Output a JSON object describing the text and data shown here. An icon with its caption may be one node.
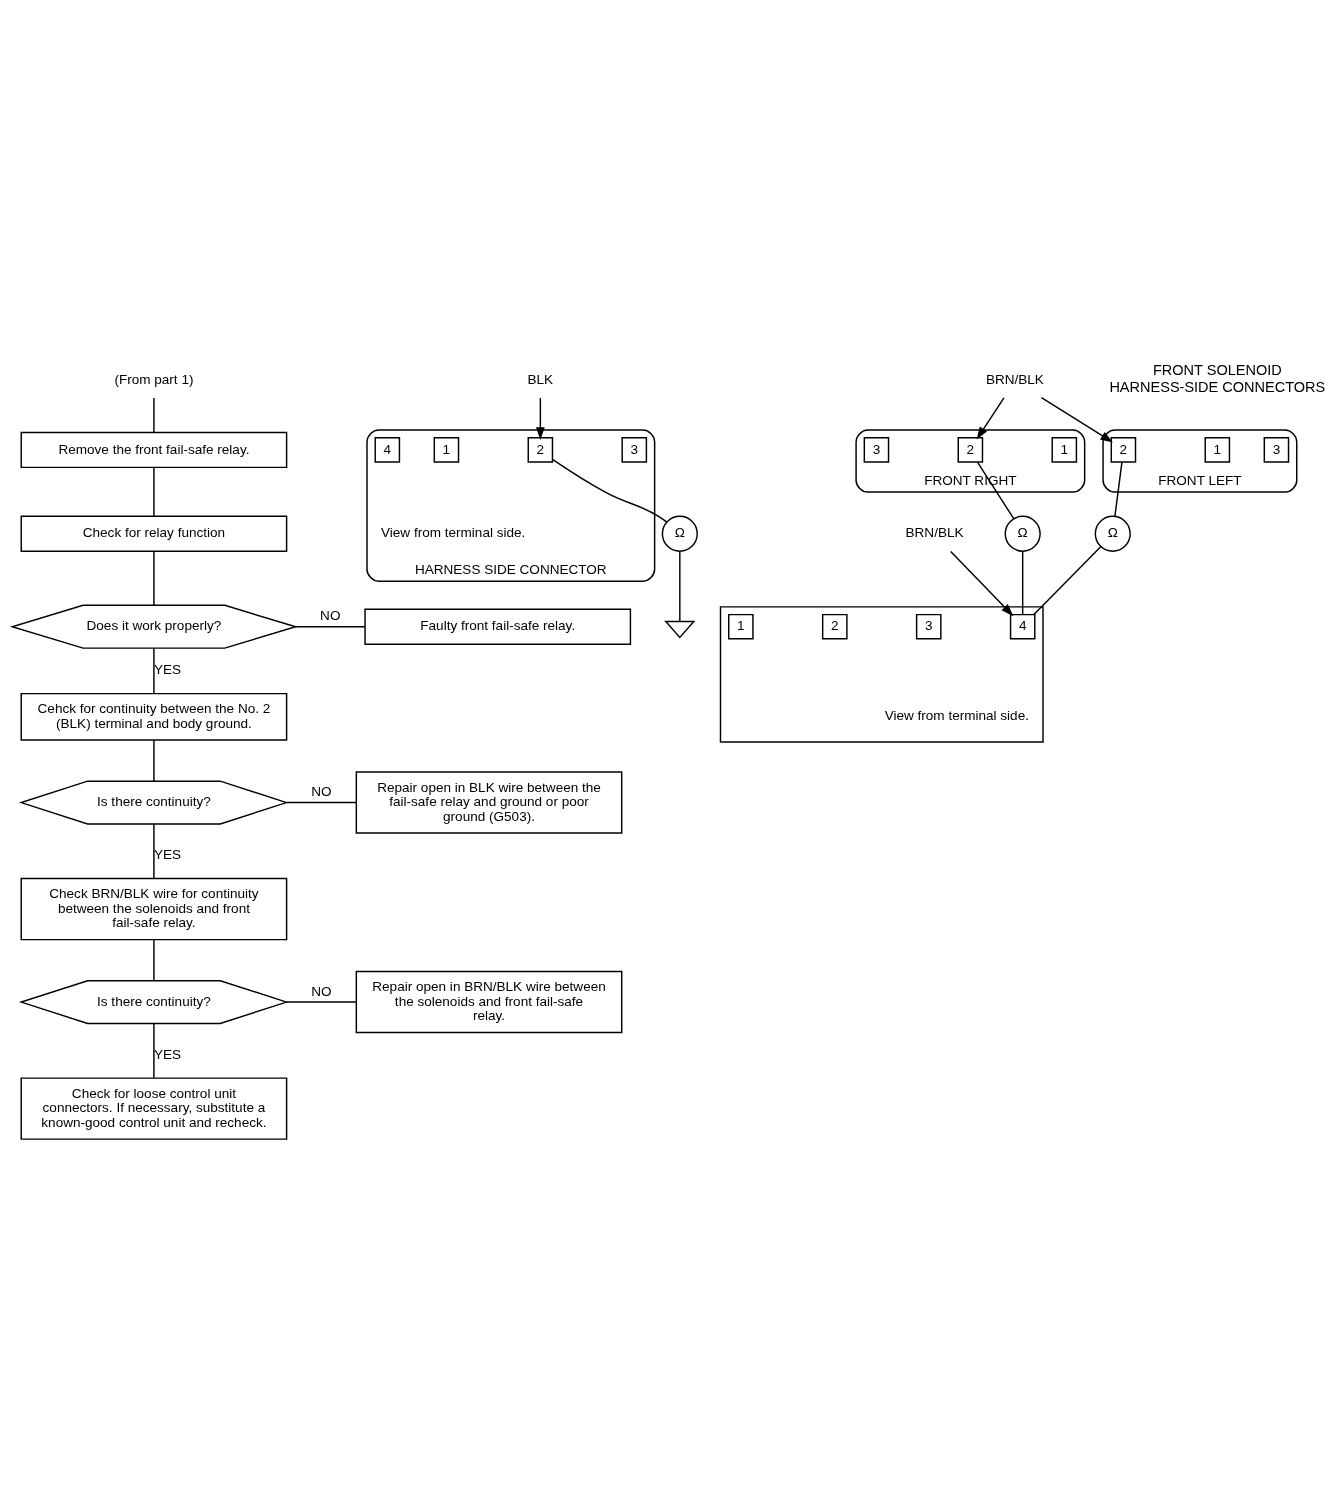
{
  "diagram": {
    "nodes": [
      {
        "text": [
          "(From part 1)"
        ]
      },
      {
        "text": [
          "Remove the front fail-safe relay."
        ]
      },
      {
        "text": [
          "Check for relay function"
        ]
      },
      {
        "text": [
          "Does it work properly?"
        ]
      },
      {
        "text": [
          "Faulty front fail-safe relay."
        ]
      },
      {
        "text": [
          "Cehck for continuity between the No. 2 (BLK) terminal and body ground."
        ]
      },
      {
        "text": [
          "Is there continuity?"
        ]
      },
      {
        "text": [
          "Repair open in BLK wire between the fail-safe relay and ground or poor ground (G503)."
        ]
      },
      {
        "text": [
          "Check BRN/BLK wire for continuity between the solenoids and front fail-safe relay."
        ]
      },
      {
        "text": [
          "Is there continuity?"
        ]
      },
      {
        "text": [
          "Repair open in BRN/BLK wire between the solenoids and front fail-safe relay."
        ]
      },
      {
        "text": [
          "Check for loose control unit connectors. If necessary, substitute a known-good control unit and recheck."
        ]
      },
      {
        "text": [
          "HARNESS SIDE CONNECTOR"
        ],
        "beside": [
          "View from terminal side."
        ]
      },
      {
        "text": [
          "1"
        ],
        "in": 12
      },
      {
        "text": [
          "2"
        ],
        "in": 12
      },
      {
        "text": [
          "3"
        ],
        "in": 12
      },
      {
        "text": [
          "4"
        ],
        "in": 12
      },
      {
        "text": [
          "BLK"
        ]
      },
      {
        "text": [
          "Ω"
        ]
      },
      {
        "text": [],
        "shape": "ground"
      },
      {
        "text": [
          "FRONT LEFT"
        ]
      },
      {
        "text": [
          "1"
        ],
        "in": 20
      },
      {
        "text": [
          "2"
        ],
        "in": 20
      },
      {
        "text": [
          "3"
        ],
        "in": 20
      },
      {
        "text": [
          "FRONT RIGHT"
        ]
      },
      {
        "text": [
          "3"
        ],
        "in": 24
      },
      {
        "text": [
          "2"
        ],
        "in": 24
      },
      {
        "text": [
          "1"
        ],
        "in": 24
      },
      {
        "text": [
          "BRN/BLK"
        ]
      },
      {
        "text": [
          "Ω"
        ]
      },
      {
        "text": [
          "Ω"
        ]
      },
      {
        "text": [],
        "shape": "box",
        "beside": [
          "View from terminal side."
        ]
      },
      {
        "text": [
          "1"
        ],
        "in": 31
      },
      {
        "text": [
          "2"
        ],
        "in": 31
      },
      {
        "text": [
          "3"
        ],
        "in": 31
      },
      {
        "text": [
          "4"
        ],
        "in": 31
      },
      {
        "text": [
          "BRN/BLK"
        ]
      }
    ],
    "edges": [
      {
        "from": 0,
        "to": 1,
        "arrow": "none"
      },
      {
        "from": 1,
        "to": 2,
        "arrow": "none"
      },
      {
        "from": 2,
        "to": 3,
        "arrow": "none"
      },
      {
        "from": 3,
        "to": 4,
        "arrow": "none",
        "label": "NO"
      },
      {
        "from": 3,
        "to": 5,
        "arrow": "none",
        "label": "YES"
      },
      {
        "from": 5,
        "to": 6,
        "arrow": "none"
      },
      {
        "from": 6,
        "to": 7,
        "arrow": "none",
        "label": "NO"
      },
      {
        "from": 6,
        "to": 8,
        "arrow": "none",
        "label": "YES"
      },
      {
        "from": 8,
        "to": 9,
        "arrow": "none"
      },
      {
        "from": 9,
        "to": 10,
        "arrow": "none",
        "label": "NO"
      },
      {
        "from": 9,
        "to": 11,
        "arrow": "none",
        "label": "YES"
      },
      {
        "from": 17,
        "to": 14,
        "arrow": "to"
      },
      {
        "from": 14,
        "to": 18,
        "arrow": "none"
      },
      {
        "from": 18,
        "to": 19,
        "arrow": "none"
      },
      {
        "from": 28,
        "to": 22,
        "arrow": "to"
      },
      {
        "from": 28,
        "to": 26,
        "arrow": "to"
      },
      {
        "from": 22,
        "to": 29,
        "arrow": "none"
      },
      {
        "from": 29,
        "to": 35,
        "arrow": "none"
      },
      {
        "from": 26,
        "to": 30,
        "arrow": "none"
      },
      {
        "from": 30,
        "to": 35,
        "arrow": "none"
      },
      {
        "from": 36,
        "to": 35,
        "arrow": "to"
      }
    ],
    "labels": [
      "FRONT SOLENOID HARNESS-SIDE CONNECTORS"
    ]
  }
}
